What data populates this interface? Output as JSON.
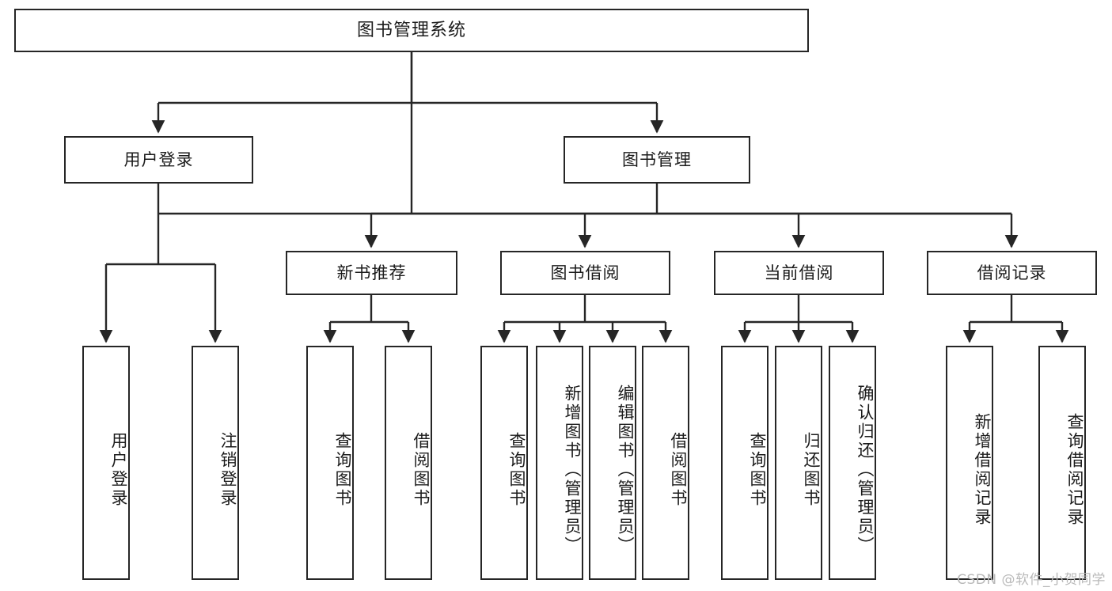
{
  "diagram": {
    "title": "图书管理系统",
    "type": "tree-hierarchy-chart",
    "root": {
      "label": "图书管理系统"
    },
    "level1": [
      {
        "label": "用户登录"
      },
      {
        "label": "图书管理"
      }
    ],
    "level2": [
      {
        "label": "新书推荐"
      },
      {
        "label": "图书借阅"
      },
      {
        "label": "当前借阅"
      },
      {
        "label": "借阅记录"
      }
    ],
    "leaves": {
      "user_login": [
        {
          "label": "用户登录"
        },
        {
          "label": "注销登录"
        }
      ],
      "new_book_recommend": [
        {
          "label": "查询图书"
        },
        {
          "label": "借阅图书"
        }
      ],
      "book_borrow": [
        {
          "label": "查询图书"
        },
        {
          "label": "新增图书（管理员）"
        },
        {
          "label": "编辑图书（管理员）"
        },
        {
          "label": "借阅图书"
        }
      ],
      "current_borrow": [
        {
          "label": "查询图书"
        },
        {
          "label": "归还图书"
        },
        {
          "label": "确认归还（管理员）"
        }
      ],
      "borrow_record": [
        {
          "label": "新增借阅记录"
        },
        {
          "label": "查询借阅记录"
        }
      ]
    }
  },
  "watermark": {
    "text": "CSDN @软件_小贺同学"
  },
  "colors": {
    "stroke": "#262626",
    "background": "#ffffff",
    "text": "#1b1b1b",
    "watermark": "#b9b9b9"
  }
}
